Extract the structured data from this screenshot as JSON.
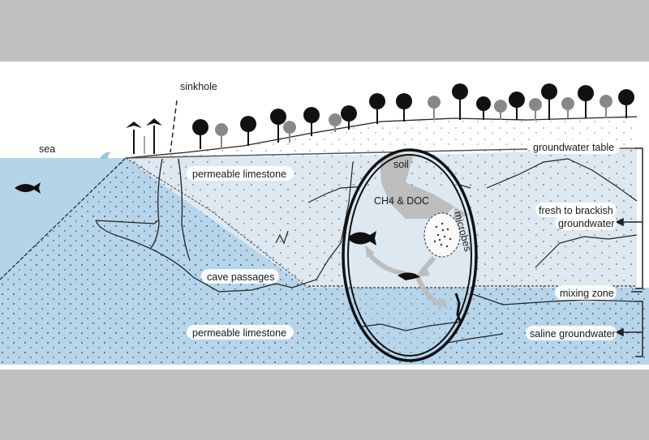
{
  "diagram": {
    "type": "karst aquifer cross-section",
    "labels": {
      "sinkhole": "sinkhole",
      "sea": "sea",
      "permeable_limestone_upper": "permeable limestone",
      "cave_passages": "cave passages",
      "permeable_limestone_lower": "permeable limestone",
      "groundwater_table": "groundwater table",
      "fresh_groundwater_line1": "fresh to brackish",
      "fresh_groundwater_line2": "groundwater",
      "mixing_zone": "mixing zone",
      "saline_groundwater": "saline groundwater",
      "soil": "soil",
      "ch4_doc": "CH4 & DOC",
      "microbes": "microbes"
    },
    "colors": {
      "background": "#c0c0c0",
      "panel": "#ffffff",
      "sea": "#b4d4e8",
      "fresh_zone": "#dde8f1",
      "saline_zone": "#b6d5ea",
      "flow_arrow": "#bdbdbd",
      "outline": "#1a1a1a"
    }
  }
}
